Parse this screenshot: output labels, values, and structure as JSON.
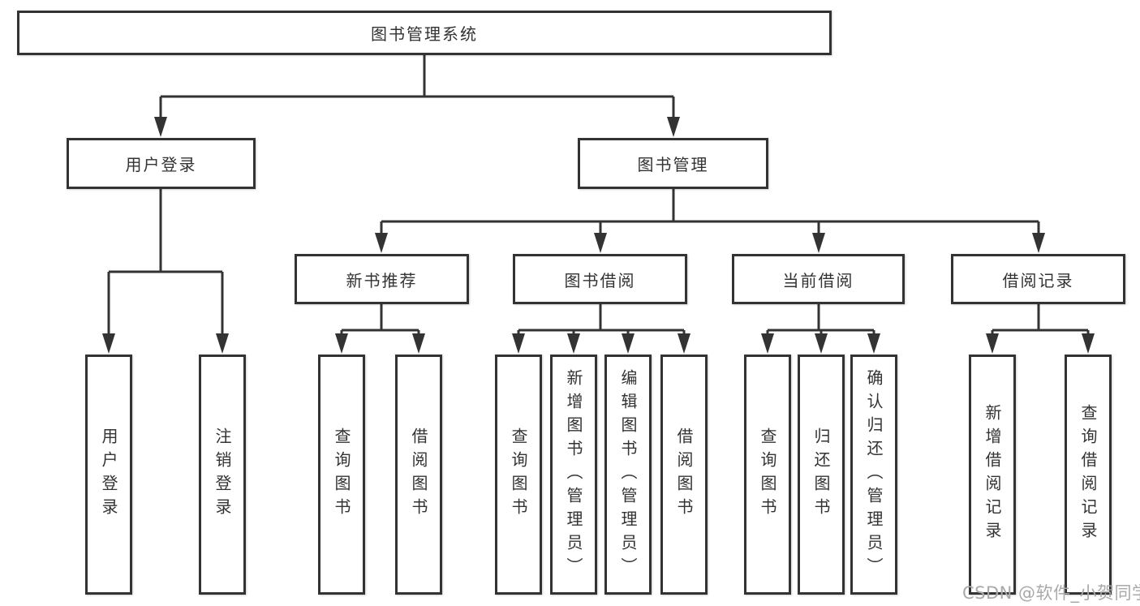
{
  "diagram": {
    "root": {
      "label": "图书管理系统"
    },
    "branches": [
      {
        "label": "用户登录",
        "children": [
          {
            "label": "用户登录"
          },
          {
            "label": "注销登录"
          }
        ]
      },
      {
        "label": "图书管理",
        "children": [
          {
            "label": "新书推荐",
            "children": [
              {
                "label": "查询图书"
              },
              {
                "label": "借阅图书"
              }
            ]
          },
          {
            "label": "图书借阅",
            "children": [
              {
                "label": "查询图书"
              },
              {
                "label": "新增图书（管理员）"
              },
              {
                "label": "编辑图书（管理员）"
              },
              {
                "label": "借阅图书"
              }
            ]
          },
          {
            "label": "当前借阅",
            "children": [
              {
                "label": "查询图书"
              },
              {
                "label": "归还图书"
              },
              {
                "label": "确认归还（管理员）"
              }
            ]
          },
          {
            "label": "借阅记录",
            "children": [
              {
                "label": "新增借阅记录"
              },
              {
                "label": "查询借阅记录"
              }
            ]
          }
        ]
      }
    ]
  },
  "watermark": "CSDN @软件_小贺同学",
  "colors": {
    "line": "#333333",
    "box_border": "#333333",
    "box_fill": "#ffffff",
    "text": "#333333",
    "watermark": "#a9a9a9"
  }
}
